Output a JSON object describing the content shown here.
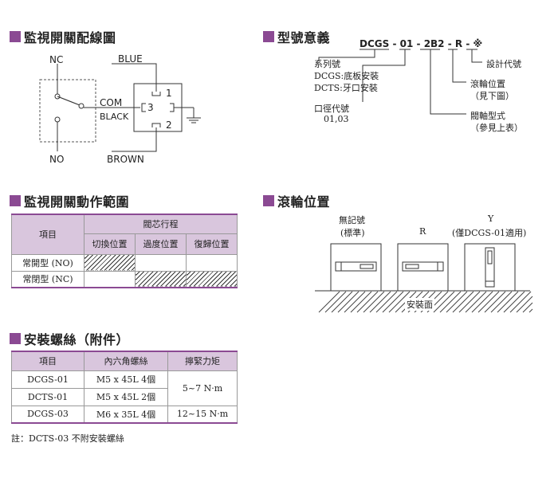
{
  "sections": {
    "circuit": "監視開關配線圖",
    "model": "型號意義",
    "range": "監視開關動作範圍",
    "roller": "滾輪位置",
    "screws": "安裝螺絲（附件）"
  },
  "circuit": {
    "nc": "NC",
    "no": "NO",
    "com": "COM",
    "blue": "BLUE",
    "black": "BLACK",
    "brown": "BROWN",
    "t1": "1",
    "t2": "2",
    "t3": "3"
  },
  "model": {
    "code": {
      "p1": "DCGS",
      "d1": "-",
      "p2": "01",
      "d2": "-",
      "p3": "2B2",
      "d3": "-",
      "p4": "R",
      "d4": "-",
      "p5": "※"
    },
    "series_title": "系列號",
    "series_1": "DCGS:底板安裝",
    "series_2": "DCTS:牙口安裝",
    "bore_title": "口徑代號",
    "bore_values": "01,03",
    "design": "設計代號",
    "roller_1": "滾輪位置",
    "roller_2": "（見下圖）",
    "stem_1": "閥軸型式",
    "stem_2": "（參見上表）"
  },
  "range_table": {
    "col_item": "項目",
    "col_group": "閥芯行程",
    "sub": [
      "切換位置",
      "過度位置",
      "復歸位置"
    ],
    "rows": [
      "常開型 (NO)",
      "常閉型 (NC)"
    ]
  },
  "roller": {
    "none_1": "無記號",
    "none_2": "(標準)",
    "r": "R",
    "y": "Y",
    "y_sub": "(僅DCGS-01適用)",
    "surface": "安裝面"
  },
  "screw_table": {
    "headers": [
      "項目",
      "內六角螺絲",
      "擰緊力矩"
    ],
    "rows": [
      {
        "item": "DCGS-01",
        "screw": "M5 x 45L  4個"
      },
      {
        "item": "DCTS-01",
        "screw": "M5 x 45L  2個"
      },
      {
        "item": "DCGS-03",
        "screw": "M6 x 35L  4個"
      }
    ],
    "torque_1": "5~7 N·m",
    "torque_2": "12~15 N·m"
  },
  "footnote": "註：DCTS-03  不附安裝螺絲"
}
